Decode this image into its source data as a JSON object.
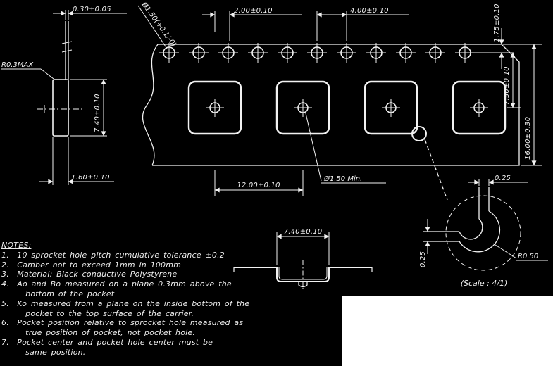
{
  "colors": {
    "background": "#000000",
    "line": "#f2f2f2",
    "text": "#f2f2f2",
    "panel": "#ffffff"
  },
  "side_view": {
    "thickness_dim": "0.30±0.05",
    "radius_label": "R0.3MAX",
    "height_dim": "7.40±0.10",
    "depth_dim": "1.60±0.10"
  },
  "plan_view": {
    "sprocket_hole_label": "Ø1.50(+0.1/-0)",
    "hole_to_pocket_dim": "2.00±0.10",
    "sprocket_pitch_dim": "4.00±0.10",
    "edge_to_hole_dim": "1.75±0.10",
    "hole_to_pocket_center_dim": "7.50±0.10",
    "tape_width_dim": "16.00±0.30",
    "pocket_pitch_dim": "12.00±0.10",
    "pocket_hole_label": "Ø1.50 Min."
  },
  "section_view": {
    "pocket_width_dim": "7.40±0.10"
  },
  "detail_view": {
    "slot_width_dim": "0.25",
    "slot_height_dim": "0.25",
    "radius_label": "R0.50",
    "scale_label": "(Scale : 4/1)"
  },
  "notes": {
    "heading": "NOTES:",
    "lines": [
      "1.  10 sprocket hole pitch cumulative tolerance ±0.2",
      "2.  Camber not to exceed 1mm in 100mm",
      "3.  Material: Black conductive Polystyrene",
      "4.  Ao and Bo measured on a plane 0.3mm above the",
      "      bottom of the pocket",
      "5.  Ko measured from a plane on the inside bottom of the",
      "      pocket to the top surface of the carrier.",
      "6.  Pocket position relative to sprocket hole measured as",
      "      true position of pocket, not pocket hole.",
      "7.  Pocket center and pocket hole center must be",
      "      same position."
    ]
  }
}
